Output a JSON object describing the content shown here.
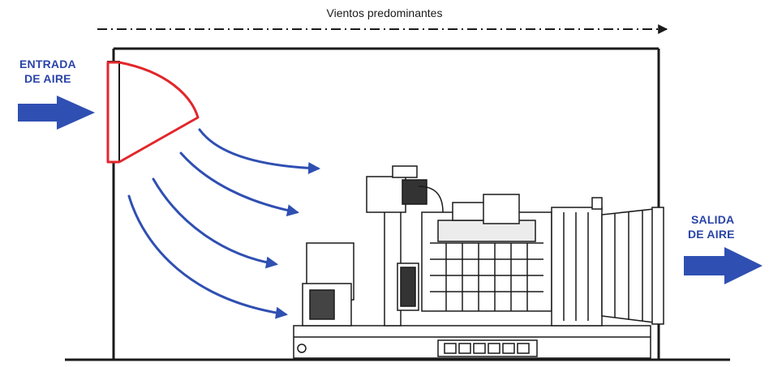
{
  "labels": {
    "wind": "Vientos predominantes",
    "inlet_line1": "ENTRADA",
    "inlet_line2": "DE AIRE",
    "outlet_line1": "SALIDA",
    "outlet_line2": "DE AIRE"
  },
  "colors": {
    "flow_arrow": "#2f4fb2",
    "hood_outline": "#e2262b",
    "label_text": "#2a44a8",
    "line": "#1a1a1a"
  }
}
